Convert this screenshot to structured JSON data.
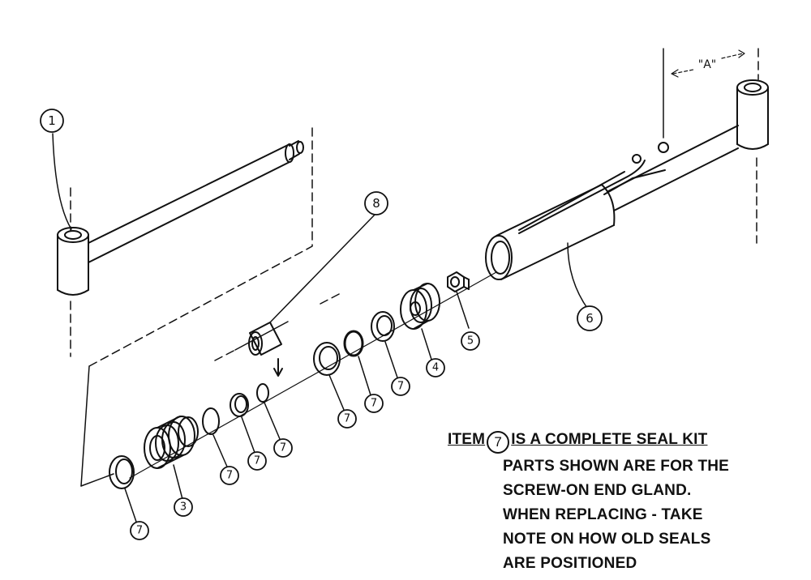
{
  "callouts": {
    "c1": "1",
    "c3": "3",
    "c4": "4",
    "c5": "5",
    "c6": "6",
    "c8": "8",
    "c7": "7"
  },
  "dimension_label": "\"A\"",
  "note": {
    "prefix": "ITEM",
    "item_number": "7",
    "line1_suffix": "IS A COMPLETE SEAL KIT",
    "line2": "PARTS SHOWN ARE FOR THE",
    "line3": "SCREW-ON END GLAND.",
    "line4": "WHEN REPLACING - TAKE",
    "line5": "NOTE ON HOW OLD SEALS",
    "line6": "ARE POSITIONED"
  }
}
